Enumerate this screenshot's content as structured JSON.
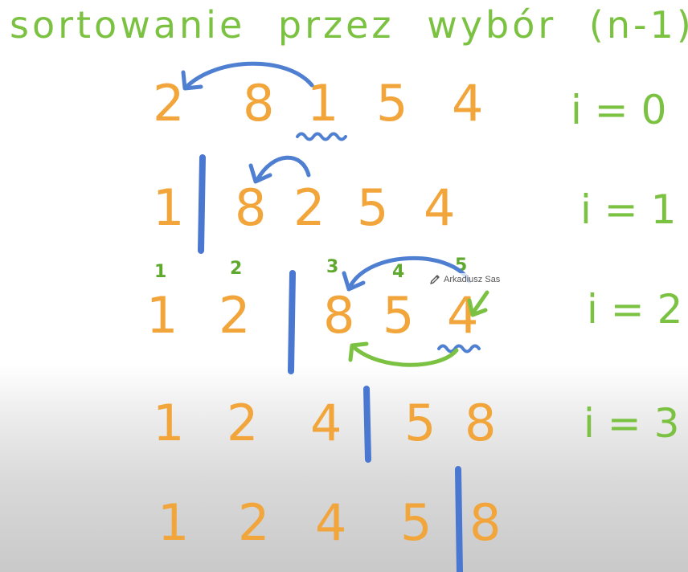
{
  "title": "sortowanie przez wybór (n-1)",
  "colors": {
    "digits": "#f1a53a",
    "green": "#7cc242",
    "blue": "#4f7fd1",
    "divider": "#4a77cf"
  },
  "rows": [
    {
      "values": [
        "2",
        "8",
        "1",
        "5",
        "4"
      ],
      "label": "i = 0"
    },
    {
      "values": [
        "1",
        "8",
        "2",
        "5",
        "4"
      ],
      "label": "i = 1"
    },
    {
      "values": [
        "1",
        "2",
        "8",
        "5",
        "4"
      ],
      "label": "i = 2",
      "positions": [
        "1",
        "2",
        "3",
        "4",
        "5"
      ]
    },
    {
      "values": [
        "1",
        "2",
        "4",
        "5",
        "8"
      ],
      "label": "i = 3"
    },
    {
      "values": [
        "1",
        "2",
        "4",
        "5",
        "8"
      ]
    }
  ],
  "annotator": {
    "name": "Arkadiusz Sas",
    "icon": "pencil-icon"
  }
}
